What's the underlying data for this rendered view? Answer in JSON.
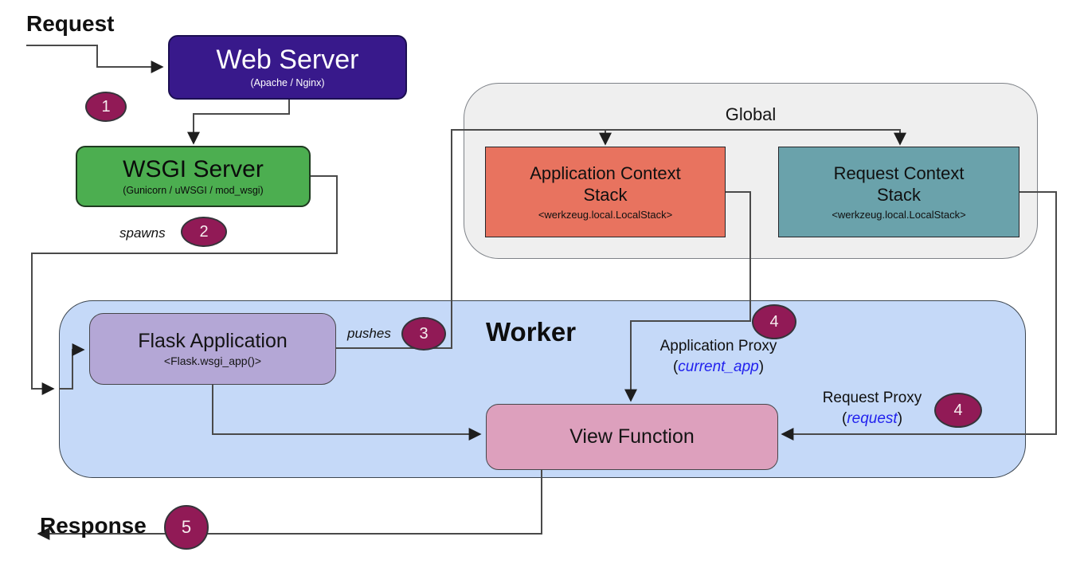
{
  "diagram": {
    "labels": {
      "request": "Request",
      "response": "Response",
      "spawns": "spawns",
      "pushes": "pushes",
      "worker": "Worker",
      "global": "Global"
    },
    "nodes": {
      "web_server": {
        "title": "Web Server",
        "subtitle": "(Apache / Nginx)"
      },
      "wsgi_server": {
        "title": "WSGI Server",
        "subtitle": "(Gunicorn / uWSGI / mod_wsgi)"
      },
      "flask_app": {
        "title": "Flask Application",
        "subtitle": "<Flask.wsgi_app()>"
      },
      "app_context_stack": {
        "title": "Application Context Stack",
        "subtitle": "<werkzeug.local.LocalStack>"
      },
      "request_context_stack": {
        "title": "Request Context Stack",
        "subtitle": "<werkzeug.local.LocalStack>"
      },
      "view_function": {
        "title": "View Function"
      }
    },
    "proxies": {
      "application": {
        "label": "Application Proxy",
        "open": "(",
        "variable": "current_app",
        "close": ")"
      },
      "request": {
        "label": "Request Proxy",
        "open": "(",
        "variable": "request",
        "close": ")"
      }
    },
    "badges": {
      "step1": "1",
      "step2": "2",
      "step3": "3",
      "step4_app": "4",
      "step4_req": "4",
      "step5": "5"
    },
    "colors": {
      "web_server": "#38198B",
      "wsgi_server": "#4CAE50",
      "flask_app": "#B4A7D6",
      "app_context_stack": "#E8735F",
      "request_context_stack": "#6AA2AB",
      "view_function": "#DDA0BD",
      "worker_bg": "#C5D9F8",
      "global_bg": "#EFEFEF",
      "badge": "#911A56",
      "proxy_variable_blue": "#2222EE",
      "line": "#4A4A4A"
    }
  }
}
